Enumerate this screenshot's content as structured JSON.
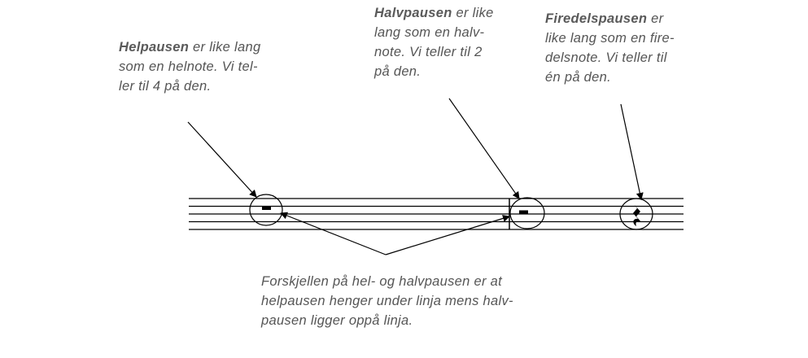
{
  "annotations": {
    "helpause": {
      "term": "Helpausen",
      "line1": " er like lang",
      "line2": "som en helnote. Vi tel-",
      "line3": "ler til 4 på den."
    },
    "halvpause": {
      "term": "Halvpausen",
      "line1": " er like",
      "line2": "lang som en halv-",
      "line3": "note. Vi teller til 2",
      "line4": "på den."
    },
    "firedelspause": {
      "term": "Firedelspausen",
      "line1": " er",
      "line2": "like lang som en fire-",
      "line3": "delsnote. Vi teller til",
      "line4": "én på den."
    },
    "difference": {
      "line1": "Forskjellen på hel- og halvpausen er at",
      "line2": "helpausen henger under linja mens halv-",
      "line3": "pausen ligger oppå linja."
    }
  },
  "colors": {
    "ink": "#000000",
    "caption": "#555555"
  },
  "icons": {
    "whole_rest": "whole-rest-icon",
    "half_rest": "half-rest-icon",
    "quarter_rest": "quarter-rest-icon"
  }
}
